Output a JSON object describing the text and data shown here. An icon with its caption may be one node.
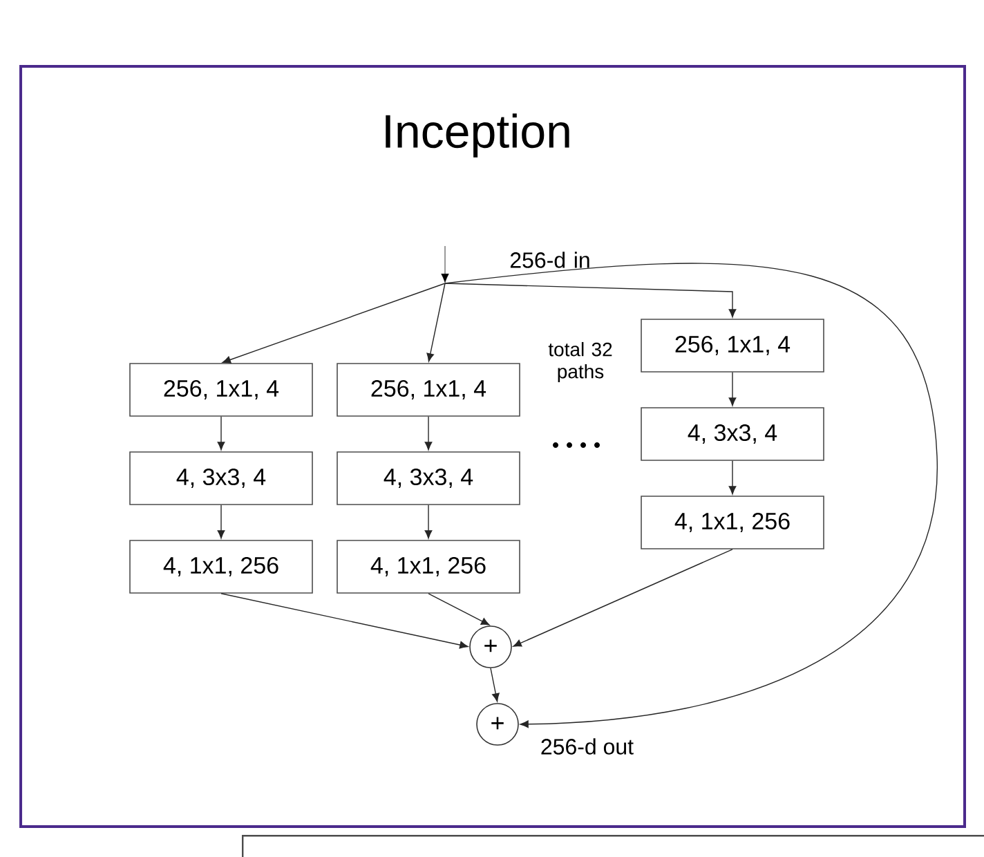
{
  "diagram": {
    "title": "Inception",
    "nodes": [
      {
        "text": [
          "256, 1x1, 4"
        ]
      },
      {
        "text": [
          "4, 3x3, 4"
        ]
      },
      {
        "text": [
          "4, 1x1, 256"
        ]
      },
      {
        "text": [
          "256, 1x1, 4"
        ]
      },
      {
        "text": [
          "4, 3x3, 4"
        ]
      },
      {
        "text": [
          "4, 1x1, 256"
        ]
      },
      {
        "text": [
          "256, 1x1, 4"
        ]
      },
      {
        "text": [
          "4, 3x3, 4"
        ]
      },
      {
        "text": [
          "4, 1x1, 256"
        ]
      },
      {
        "text": [
          "+"
        ]
      },
      {
        "text": [
          "+"
        ],
        "beside": [
          "256-d out"
        ]
      },
      {
        "text": [],
        "shape": "box"
      }
    ],
    "edges": [
      {
        "from": null,
        "to": 0,
        "arrow": "to"
      },
      {
        "from": null,
        "to": 3,
        "arrow": "to"
      },
      {
        "from": null,
        "to": 6,
        "arrow": "to"
      },
      {
        "from": null,
        "to": 10,
        "arrow": "to"
      },
      {
        "from": 0,
        "to": 1,
        "arrow": "to"
      },
      {
        "from": 1,
        "to": 2,
        "arrow": "to"
      },
      {
        "from": 3,
        "to": 4,
        "arrow": "to"
      },
      {
        "from": 4,
        "to": 5,
        "arrow": "to"
      },
      {
        "from": 6,
        "to": 7,
        "arrow": "to"
      },
      {
        "from": 7,
        "to": 8,
        "arrow": "to"
      },
      {
        "from": 2,
        "to": 9,
        "arrow": "to"
      },
      {
        "from": 5,
        "to": 9,
        "arrow": "to"
      },
      {
        "from": 8,
        "to": 9,
        "arrow": "to"
      },
      {
        "from": 9,
        "to": 10,
        "arrow": "to"
      }
    ],
    "labels": [
      "256-d in",
      "total 32 paths"
    ]
  }
}
